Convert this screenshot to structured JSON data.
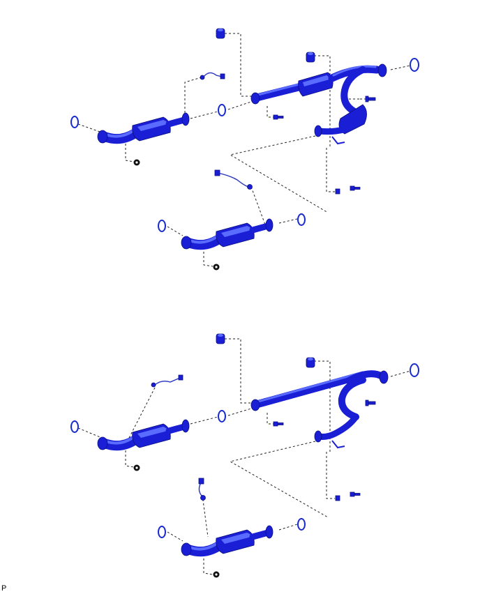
{
  "figure": {
    "label": "P",
    "colors": {
      "part": "#1a1fd6",
      "highlight": "#5a6cff",
      "leader": "#222222"
    },
    "views": [
      {
        "id": "upper",
        "parts": [
          "gasket-ring-icon",
          "catalytic-converter-icon",
          "exhaust-front-pipe-icon",
          "oxygen-sensor-icon",
          "nut-icon",
          "bolt-icon",
          "insulator-icon"
        ]
      },
      {
        "id": "lower",
        "parts": [
          "gasket-ring-icon",
          "catalytic-converter-icon",
          "exhaust-front-pipe-icon",
          "oxygen-sensor-icon",
          "nut-icon",
          "bolt-icon",
          "insulator-icon"
        ]
      }
    ]
  }
}
